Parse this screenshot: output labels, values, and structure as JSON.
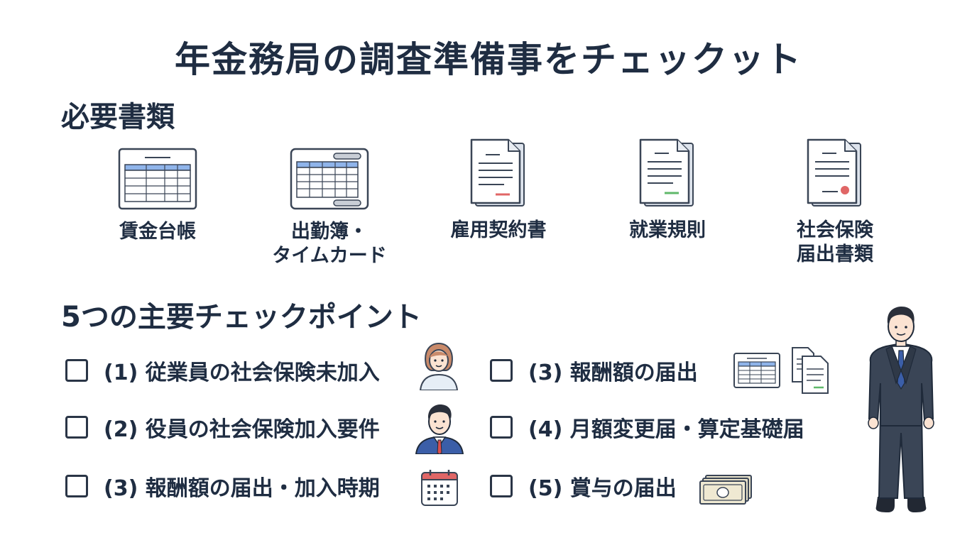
{
  "title": "年金務局の調査準備事をチェックット",
  "documents": {
    "heading": "必要書類",
    "items": [
      {
        "label_line1": "賃金台帳",
        "label_line2": "",
        "icon": "ledger-table-icon"
      },
      {
        "label_line1": "出勤簿・",
        "label_line2": "タイムカード",
        "icon": "timecard-table-icon"
      },
      {
        "label_line1": "雇用契約書",
        "label_line2": "",
        "icon": "contract-document-icon"
      },
      {
        "label_line1": "就業規則",
        "label_line2": "",
        "icon": "rules-document-icon"
      },
      {
        "label_line1": "社会保険",
        "label_line2": "届出書類",
        "icon": "insurance-document-icon"
      }
    ]
  },
  "checkpoints": {
    "heading": "5つの主要チェックポイント",
    "items": [
      {
        "label": "(1) 従業員の社会保険未加入",
        "checked": false,
        "icon": "female-employee-icon"
      },
      {
        "label": "(2) 役員の社会保険加入要件",
        "checked": false,
        "icon": "executive-icon"
      },
      {
        "label": "(3) 報酬額の届出・加入時期",
        "checked": false,
        "icon": "calendar-icon"
      },
      {
        "label": "(3) 報酬額の届出",
        "checked": false,
        "icon": "spreadsheet-documents-icon"
      },
      {
        "label": "(4) 月額変更届・算定基礎届",
        "checked": false,
        "icon": ""
      },
      {
        "label": "(5) 賞与の届出",
        "checked": false,
        "icon": "banknotes-icon"
      }
    ]
  },
  "colors": {
    "heading": "#1f2d42",
    "table_header": "#8fb4ea",
    "suit": "#3a4556",
    "tie": "#3b5ea8",
    "red_accent": "#e06666",
    "green_accent": "#5fb86a"
  }
}
